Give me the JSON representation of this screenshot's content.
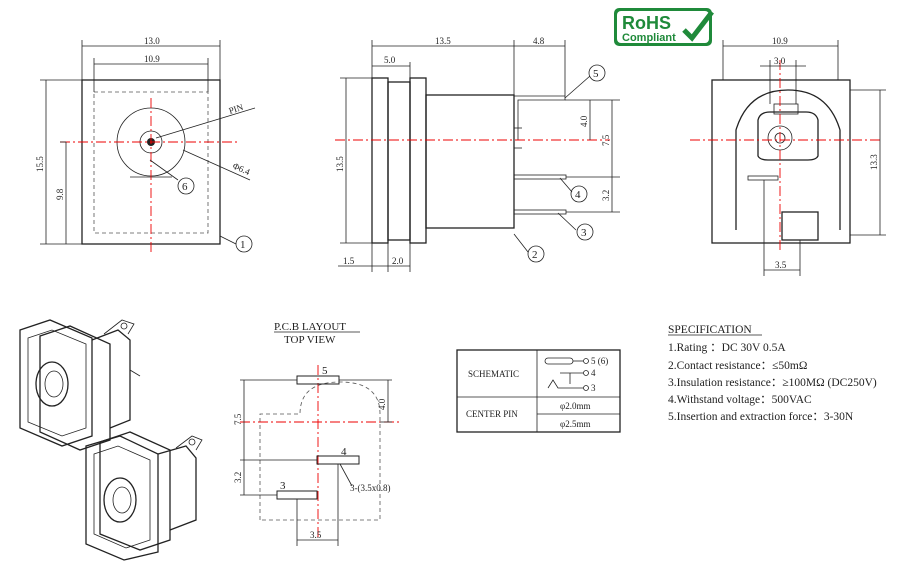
{
  "rohs": {
    "line1": "RoHS",
    "line2": "Compliant",
    "color": "#1f8a3a"
  },
  "front_view": {
    "dim_width_outer": "13.0",
    "dim_width_inner": "10.9",
    "dim_height_outer": "15.5",
    "dim_height_center": "9.8",
    "pin_label": "PIN",
    "diameter_label": "Φ6.4",
    "callout_1": "1",
    "callout_6": "6"
  },
  "side_view": {
    "dim_body_length": "13.5",
    "dim_pin_length": "4.8",
    "dim_flange": "5.0",
    "dim_height": "13.5",
    "dim_pin_offset": "4.0",
    "dim_pin_spacing": "7.5",
    "dim_pin_lower": "3.2",
    "dim_bottom_left": "1.5",
    "dim_bottom_flange": "2.0",
    "callout_2": "2",
    "callout_3": "3",
    "callout_4": "4",
    "callout_5": "5"
  },
  "rear_view": {
    "dim_width": "10.9",
    "dim_slot": "3.0",
    "dim_height": "13.3",
    "dim_bottom": "3.5"
  },
  "pcb_layout": {
    "title": "P.C.B LAYOUT",
    "subtitle": "TOP VIEW",
    "pad_5": "5",
    "pad_4": "4",
    "pad_3": "3",
    "dim_4_0": "4.0",
    "dim_7_5": "7.5",
    "dim_3_2": "3.2",
    "dim_3_5": "3.5",
    "pad_note": "3-(3.5x0.8)"
  },
  "schematic_table": {
    "row1_label": "SCHEMATIC",
    "row2_label": "CENTER PIN",
    "pin_5": "5 (6)",
    "pin_4": "4",
    "pin_3": "3",
    "pin_size_1": "φ2.0mm",
    "pin_size_2": "φ2.5mm"
  },
  "specification": {
    "title": "SPECIFICATION",
    "items": [
      "1.Rating ：DC 30V 0.5A",
      "2.Contact resistance：≤50mΩ",
      "3.Insulation resistance：≥100MΩ (DC250V)",
      "4.Withstand voltage：500VAC",
      "5.Insertion and extraction force：3-30N"
    ]
  }
}
